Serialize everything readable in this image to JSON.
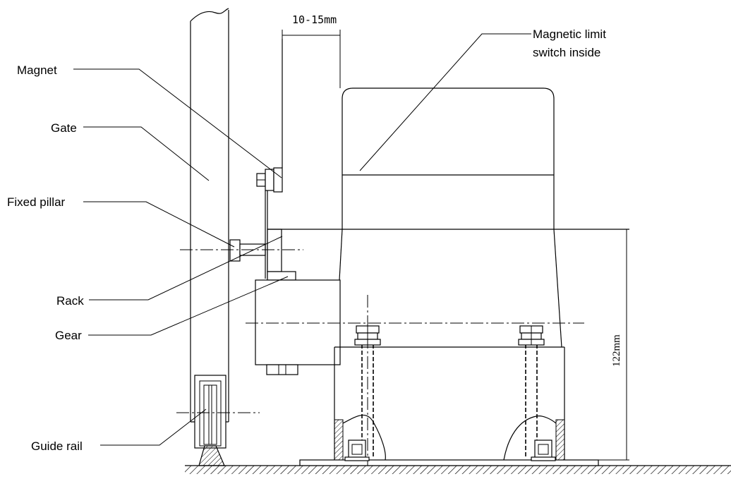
{
  "diagram": {
    "labels": {
      "magnet": "Magnet",
      "gate": "Gate",
      "fixed_pillar": "Fixed pillar",
      "rack": "Rack",
      "gear": "Gear",
      "guide_rail": "Guide rail",
      "limit_switch_line1": "Magnetic limit",
      "limit_switch_line2": "switch inside"
    },
    "dimensions": {
      "gap": "10-15mm",
      "height": "122mm"
    }
  }
}
